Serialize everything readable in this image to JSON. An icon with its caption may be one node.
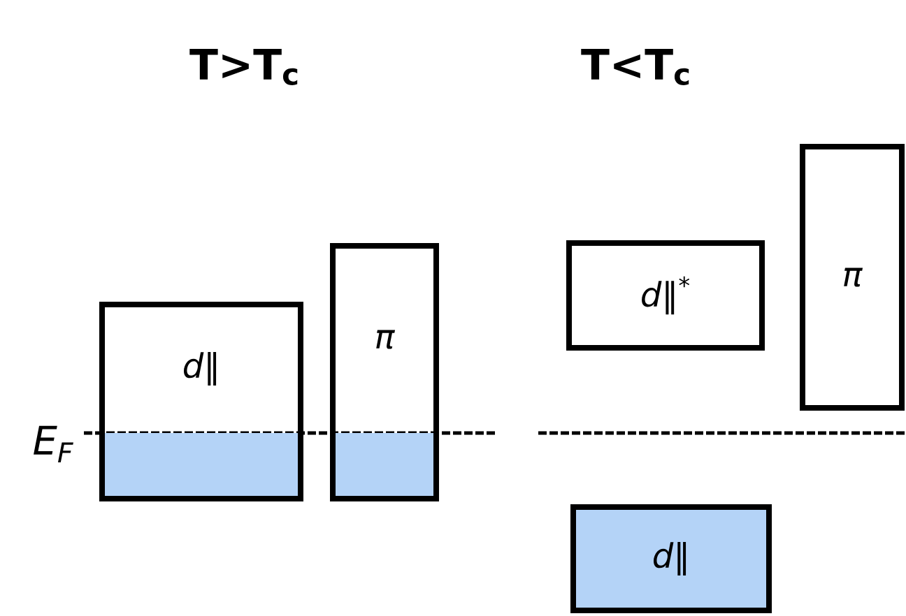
{
  "diagram": {
    "nodes": [
      {
        "text": [
          "d‖"
        ]
      },
      {
        "text": [
          "π"
        ]
      },
      {
        "text": [
          "d‖$^{*}$"
        ]
      },
      {
        "text": [
          "π"
        ]
      },
      {
        "text": [
          "d‖"
        ]
      }
    ],
    "labels": [
      "T>T$_{c}$",
      "T<T$_{c}$",
      "E$_{F}$"
    ]
  }
}
